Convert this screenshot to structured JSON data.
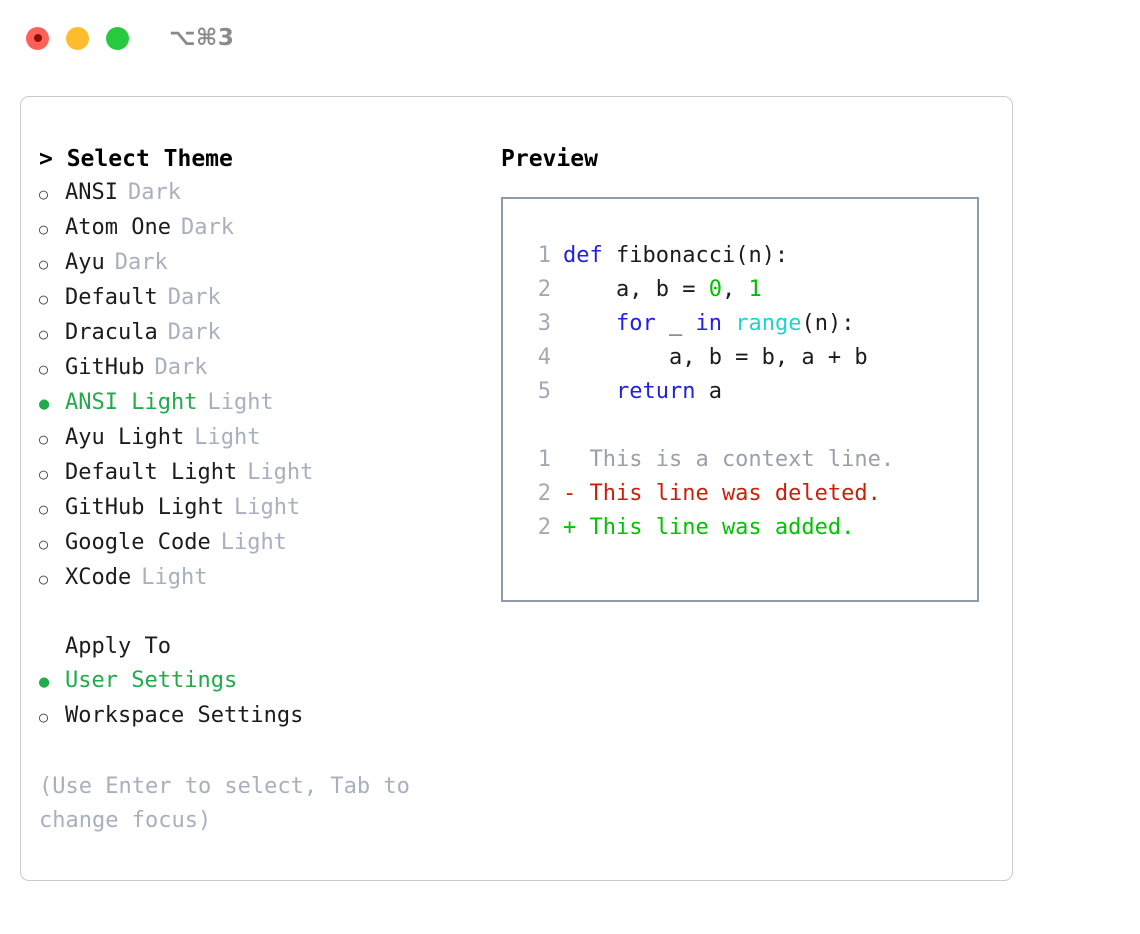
{
  "window": {
    "shortcut": "⌥⌘3",
    "traffic_lights": [
      "close-red",
      "minimize-yellow",
      "maximize-green"
    ]
  },
  "left": {
    "prompt_prefix": "> ",
    "section_title": "Select Theme",
    "themes": [
      {
        "name": "ANSI",
        "kind": "Dark",
        "selected": false
      },
      {
        "name": "Atom One",
        "kind": "Dark",
        "selected": false
      },
      {
        "name": "Ayu",
        "kind": "Dark",
        "selected": false
      },
      {
        "name": "Default",
        "kind": "Dark",
        "selected": false
      },
      {
        "name": "Dracula",
        "kind": "Dark",
        "selected": false
      },
      {
        "name": "GitHub",
        "kind": "Dark",
        "selected": false
      },
      {
        "name": "ANSI Light",
        "kind": "Light",
        "selected": true
      },
      {
        "name": "Ayu Light",
        "kind": "Light",
        "selected": false
      },
      {
        "name": "Default Light",
        "kind": "Light",
        "selected": false
      },
      {
        "name": "GitHub Light",
        "kind": "Light",
        "selected": false
      },
      {
        "name": "Google Code",
        "kind": "Light",
        "selected": false
      },
      {
        "name": "XCode",
        "kind": "Light",
        "selected": false
      }
    ],
    "apply_to_title": "Apply To",
    "apply_to": [
      {
        "name": "User Settings",
        "selected": true
      },
      {
        "name": "Workspace Settings",
        "selected": false
      }
    ],
    "hint": "(Use Enter to select, Tab to change focus)",
    "markers": {
      "unselected": "○",
      "selected": "●"
    }
  },
  "right": {
    "preview_title": "Preview",
    "code_lines": [
      {
        "number": "1",
        "tokens": [
          {
            "t": "def",
            "c": "kw"
          },
          {
            "t": " fibonacci(n):",
            "c": "plain"
          }
        ]
      },
      {
        "number": "2",
        "tokens": [
          {
            "t": "    a, b = ",
            "c": "plain"
          },
          {
            "t": "0",
            "c": "num"
          },
          {
            "t": ", ",
            "c": "plain"
          },
          {
            "t": "1",
            "c": "num"
          }
        ]
      },
      {
        "number": "3",
        "tokens": [
          {
            "t": "    ",
            "c": "plain"
          },
          {
            "t": "for",
            "c": "kw"
          },
          {
            "t": " _ ",
            "c": "plain"
          },
          {
            "t": "in",
            "c": "kw"
          },
          {
            "t": " ",
            "c": "plain"
          },
          {
            "t": "range",
            "c": "fn"
          },
          {
            "t": "(n):",
            "c": "plain"
          }
        ]
      },
      {
        "number": "4",
        "tokens": [
          {
            "t": "        a, b = b, a + b",
            "c": "plain"
          }
        ]
      },
      {
        "number": "5",
        "tokens": [
          {
            "t": "    ",
            "c": "plain"
          },
          {
            "t": "return",
            "c": "kw"
          },
          {
            "t": " a",
            "c": "plain"
          }
        ]
      }
    ],
    "diff_lines": [
      {
        "number": "1",
        "text": "  This is a context line.",
        "kind": "context"
      },
      {
        "number": "2",
        "text": "- This line was deleted.",
        "kind": "deleted"
      },
      {
        "number": "2",
        "text": "+ This line was added.",
        "kind": "added"
      }
    ]
  },
  "colors": {
    "accent_green": "#22aa4b",
    "keyword_blue": "#2222dd",
    "function_cyan": "#1ed4cc",
    "number_green": "#00c000",
    "diff_deleted": "#cc1f0a",
    "diff_added": "#00c400",
    "muted_gray": "#a8b0bd",
    "panel_border": "#c6cbd4",
    "preview_border": "#8e9bad"
  }
}
